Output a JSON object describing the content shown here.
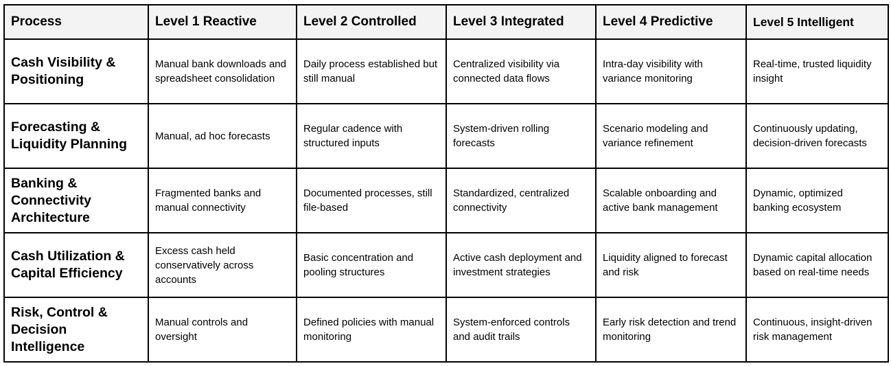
{
  "table": {
    "headers": [
      "Process",
      "Level 1 Reactive",
      "Level 2 Controlled",
      "Level 3 Integrated",
      "Level 4 Predictive",
      "Level 5 Intelligent"
    ],
    "rows": [
      {
        "process": "Cash Visibility & Positioning",
        "cells": [
          "Manual bank downloads and spreadsheet consolidation",
          "Daily process established but still manual",
          "Centralized visibility via connected data flows",
          "Intra-day visibility with variance monitoring",
          "Real-time, trusted liquidity insight"
        ]
      },
      {
        "process": "Forecasting & Liquidity Planning",
        "cells": [
          "Manual, ad hoc forecasts",
          "Regular cadence with structured inputs",
          "System-driven rolling forecasts",
          "Scenario modeling and variance refinement",
          "Continuously updating, decision-driven forecasts"
        ]
      },
      {
        "process": "Banking & Connectivity Architecture",
        "cells": [
          "Fragmented banks and manual connectivity",
          "Documented processes, still file-based",
          "Standardized, centralized connectivity",
          "Scalable onboarding and active bank management",
          "Dynamic, optimized banking ecosystem"
        ]
      },
      {
        "process": "Cash Utilization & Capital Efficiency",
        "cells": [
          "Excess cash held conservatively across accounts",
          "Basic concentration and pooling structures",
          "Active cash deployment and investment strategies",
          "Liquidity aligned to forecast and risk",
          "Dynamic capital allocation based on real-time needs"
        ]
      },
      {
        "process": "Risk, Control & Decision Intelligence",
        "cells": [
          "Manual controls and oversight",
          "Defined policies with manual monitoring",
          "System-enforced controls and audit trails",
          "Early risk detection and trend monitoring",
          "Continuous, insight-driven risk management"
        ]
      }
    ]
  }
}
